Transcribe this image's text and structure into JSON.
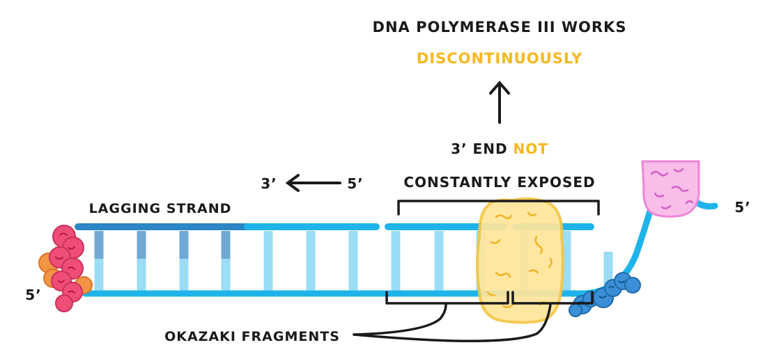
{
  "title_line1": "DNA POLYMERASE III WORKS",
  "title_line2": "DISCONTINUOUSLY",
  "reason_part1": "3’ END ",
  "reason_part2": "NOT",
  "reason_line2": "CONSTANTLY EXPOSED",
  "direction_from": "5’",
  "direction_to": "3’",
  "strand_label": "LAGGING STRAND",
  "left_end_label": "5’",
  "right_end_label": "5’",
  "fragments_label": "OKAZAKI FRAGMENTS",
  "colors": {
    "strand_blue": "#1eb4ea",
    "rung_blue": "#9bdcf6",
    "primer_blue": "#2a86c4",
    "highlight_yellow": "#f5b820",
    "polymerase_yellow": "#ffe59a",
    "helicase_pink": "#f8bde8",
    "clamp_red": "#ee4d78",
    "clamp_orange": "#f19544",
    "ssb_blue": "#3a8fd6"
  }
}
